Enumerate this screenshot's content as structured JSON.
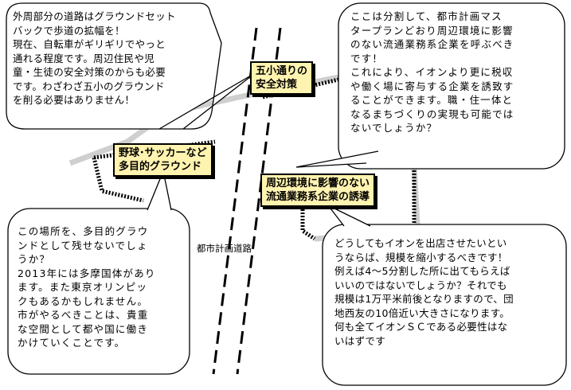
{
  "callouts": {
    "top_left": "外周部分の道路はグラウンドセット\nバックで歩道の拡幅を！\n現在、自転車がギリギリでやっと\n通れる程度です。周辺住民や児\n童・生徒の安全対策のからも必要\nです。わざわざ五小のグラウンド\nを削る必要はありません！",
    "top_right": "ここは分割して、都市計画マス\nタープランどおり周辺環境に影響\nのない流通業務系企業を呼ぶべき\nです！\nこれにより、イオンより更に税収\nや働く場に寄与する企業を誘致す\nることができます。職・住一体と\nなるまちづくりの実現も可能では\nないでしょうか？",
    "bottom_left": "この場所を、多目的グラウ\nンドとして残せないでしょ\nうか？\n2013年には多摩国体があり\nます。また東京オリンピッ\nクもあるかもしれません。\n市がやるべきことは、貴重\nな空間として都や国に働き\nかけていくことです。",
    "bottom_right": "どうしてもイオンを出店させたいとい\nうならば、規模を縮小するべきです！\n例えば4～5分割した所に出てもらえば\nいいのではないでしょうか？それでも\n規模は1万平米前後となりますので、団\n地西友の10倍近い大きさになります。\n何も全てイオンＳＣである必要性はな\nいはずです"
  },
  "tags": {
    "gosho": "五小通りの\n安全対策",
    "ground": "野球･サッカーなど\n多目的グラウンド",
    "logistics": "周辺環境に影響のない\n流通業務系企業の誘導"
  },
  "road_label": "都市計画道路",
  "colors": {
    "tag_fill": "#fff3b0",
    "gray_road": "#cfcfcf"
  }
}
